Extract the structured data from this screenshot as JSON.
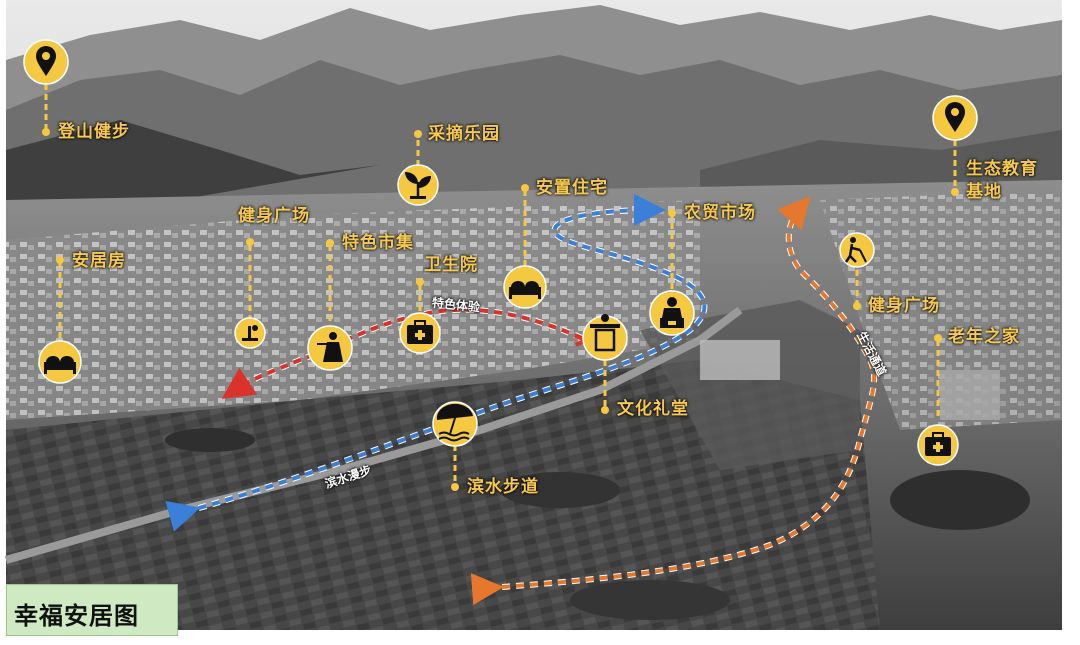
{
  "title": "幸福安居图",
  "colors": {
    "accent": "#f7c94e",
    "icon_fill": "#f5c842",
    "red_path": "#d9332b",
    "blue_path": "#3b7fd8",
    "orange_path": "#e6782e",
    "title_bg": "#cfe9c2"
  },
  "labels": {
    "hiking": "登山健步",
    "picking": "采摘乐园",
    "eco_edu_1": "生态教育",
    "eco_edu_2": "基地",
    "resettle": "安置住宅",
    "farm_market": "农贸市场",
    "fitness_1": "健身广场",
    "anju": "安居房",
    "special_market": "特色市集",
    "clinic": "卫生院",
    "fitness_2": "健身广场",
    "elderly": "老年之家",
    "culture_hall": "文化礼堂",
    "riverside_trail": "滨水步道"
  },
  "paths": {
    "special_experience": "特色体验",
    "riverside_walk": "滨水漫步",
    "life_passage": "生活通道"
  },
  "icons": [
    "location-pin-icon",
    "location-pin-icon",
    "sprout-icon",
    "bed-icon",
    "bed-icon",
    "fitness-equipment-icon",
    "waiter-icon",
    "medical-kit-icon",
    "shop-vendor-icon",
    "lectern-icon",
    "beach-umbrella-icon",
    "exercise-icon",
    "medical-kit-icon"
  ]
}
